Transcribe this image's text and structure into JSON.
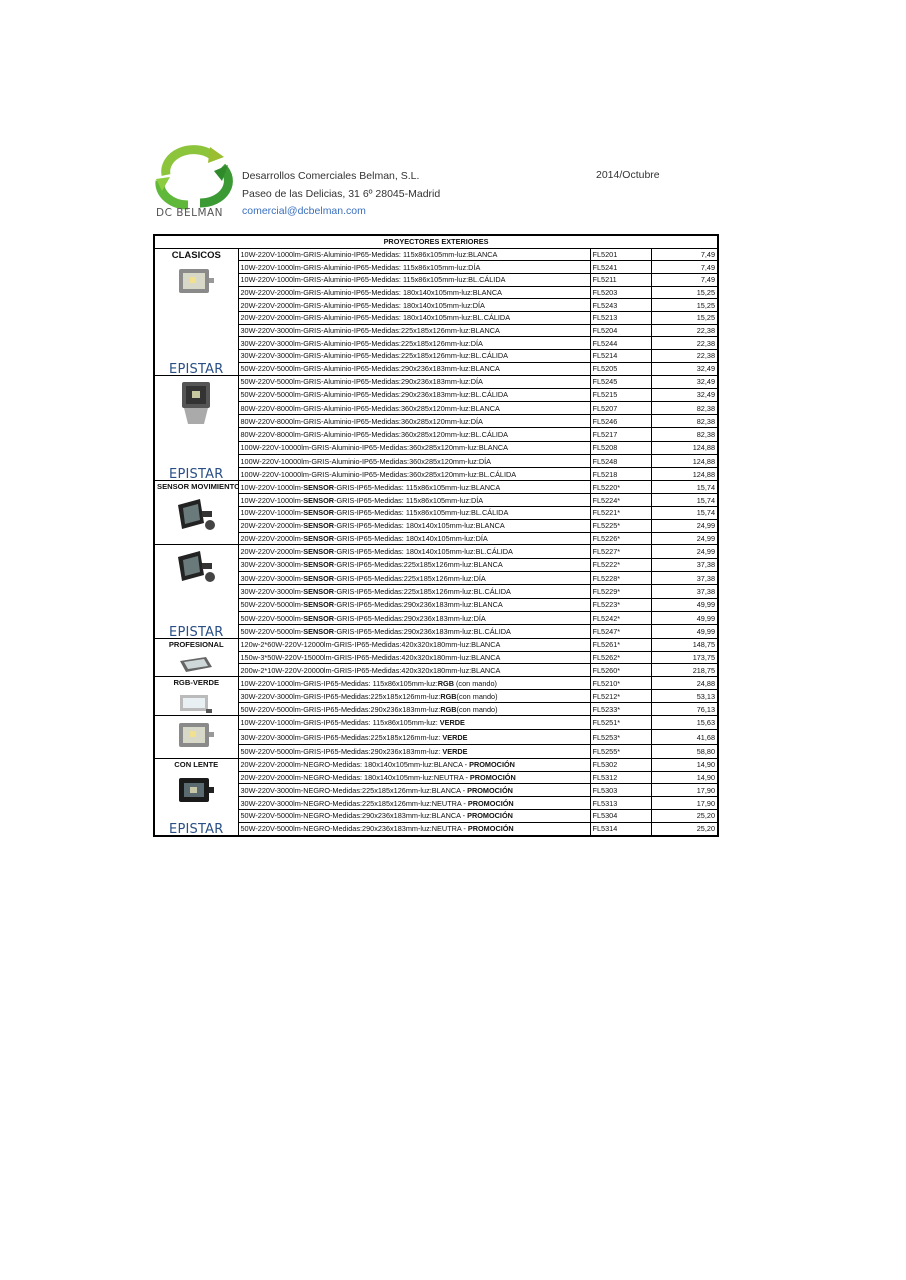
{
  "header": {
    "logo_text": "DC BELMAN",
    "company": "Desarrollos Comerciales Belman, S.L.",
    "address": "Paseo de las Delicias, 31 6º  28045-Madrid",
    "email": "comercial@dcbelman.com",
    "date": "2014/Octubre"
  },
  "table": {
    "title": "PROYECTORES EXTERIORES",
    "groups": [
      {
        "label": "CLASICOS",
        "big": true,
        "brand": "EPISTAR",
        "lamp": "grey",
        "rows": [
          {
            "desc": [
              "10W-220V-1000lm-GRIS-Aluminio-IP65-Medidas: 115x86x105mm-luz:BLANCA"
            ],
            "code": "FL5201",
            "price": "7,49"
          },
          {
            "desc": [
              "10W-220V-1000lm-GRIS-Aluminio-IP65-Medidas: 115x86x105mm-luz:DÍA"
            ],
            "code": "FL5241",
            "price": "7,49"
          },
          {
            "desc": [
              "10W-220V-1000lm-GRIS-Aluminio-IP65-Medidas: 115x86x105mm-luz:BL.CÁLIDA"
            ],
            "code": "FL5211",
            "price": "7,49"
          },
          {
            "desc": [
              "20W-220V-2000lm-GRIS-Aluminio-IP65-Medidas: 180x140x105mm-luz:BLANCA"
            ],
            "code": "FL5203",
            "price": "15,25"
          },
          {
            "desc": [
              "20W-220V-2000lm-GRIS-Aluminio-IP65-Medidas: 180x140x105mm-luz:DÍA"
            ],
            "code": "FL5243",
            "price": "15,25"
          },
          {
            "desc": [
              "20W-220V-2000lm-GRIS-Aluminio-IP65-Medidas: 180x140x105mm-luz:BL.CÁLIDA"
            ],
            "code": "FL5213",
            "price": "15,25"
          },
          {
            "desc": [
              "30W-220V-3000lm-GRIS-Aluminio-IP65-Medidas:225x185x126mm-luz:BLANCA"
            ],
            "code": "FL5204",
            "price": "22,38"
          },
          {
            "desc": [
              "30W-220V-3000lm-GRIS-Aluminio-IP65-Medidas:225x185x126mm-luz:DÍA"
            ],
            "code": "FL5244",
            "price": "22,38"
          },
          {
            "desc": [
              "30W-220V-3000lm-GRIS-Aluminio-IP65-Medidas:225x185x126mm-luz:BL.CÁLIDA"
            ],
            "code": "FL5214",
            "price": "22,38"
          },
          {
            "desc": [
              "50W-220V-5000lm-GRIS-Aluminio-IP65-Medidas:290x236x183mm-luz:BLANCA"
            ],
            "code": "FL5205",
            "price": "32,49"
          }
        ]
      },
      {
        "label": "",
        "brand": "EPISTAR",
        "lamp": "grey-big",
        "rows": [
          {
            "desc": [
              "50W-220V-5000lm-GRIS-Aluminio-IP65-Medidas:290x236x183mm-luz:DÍA"
            ],
            "code": "FL5245",
            "price": "32,49"
          },
          {
            "desc": [
              "50W-220V-5000lm-GRIS-Aluminio-IP65-Medidas:290x236x183mm-luz:BL.CÁLIDA"
            ],
            "code": "FL5215",
            "price": "32,49"
          },
          {
            "desc": [
              "80W-220V-8000lm-GRIS-Aluminio-IP65-Medidas:360x285x120mm-luz:BLANCA"
            ],
            "code": "FL5207",
            "price": "82,38"
          },
          {
            "desc": [
              "80W-220V-8000lm-GRIS-Aluminio-IP65-Medidas:360x285x120mm-luz:DÍA"
            ],
            "code": "FL5246",
            "price": "82,38"
          },
          {
            "desc": [
              "80W-220V-8000lm-GRIS-Aluminio-IP65-Medidas:360x285x120mm-luz:BL.CÁLIDA"
            ],
            "code": "FL5217",
            "price": "82,38"
          },
          {
            "desc": [
              "100W-220V-10000lm-GRIS-Aluminio-IP65-Medidas:360x285x120mm-luz:BLANCA"
            ],
            "code": "FL5208",
            "price": "124,88"
          },
          {
            "desc": [
              "100W-220V-10000lm-GRIS-Aluminio-IP65-Medidas:360x285x120mm-luz:DÍA"
            ],
            "code": "FL5248",
            "price": "124,88"
          },
          {
            "desc": [
              "100W-220V-10000lm-GRIS-Aluminio-IP65-Medidas:360x285x120mm-luz:BL.CÁLIDA"
            ],
            "code": "FL5218",
            "price": "124,88"
          }
        ]
      },
      {
        "label": "SENSOR MOVIMIENTO",
        "brand": "",
        "lamp": "black-sensor",
        "rows": [
          {
            "desc": [
              "10W-220V-1000lm-",
              "SENSOR",
              "-GRIS-IP65-Medidas: 115x86x105mm-luz:BLANCA"
            ],
            "code": "FL5220*",
            "price": "15,74"
          },
          {
            "desc": [
              "10W-220V-1000lm-",
              "SENSOR",
              "-GRIS-IP65-Medidas: 115x86x105mm-luz:DÍA"
            ],
            "code": "FL5224*",
            "price": "15,74"
          },
          {
            "desc": [
              "10W-220V-1000lm-",
              "SENSOR",
              "-GRIS-IP65-Medidas: 115x86x105mm-luz:BL.CÁLIDA"
            ],
            "code": "FL5221*",
            "price": "15,74"
          },
          {
            "desc": [
              "20W-220V-2000lm-",
              "SENSOR",
              "-GRIS-IP65-Medidas: 180x140x105mm-luz:BLANCA"
            ],
            "code": "FL5225*",
            "price": "24,99"
          },
          {
            "desc": [
              "20W-220V-2000lm-",
              "SENSOR",
              "-GRIS-IP65-Medidas: 180x140x105mm-luz:DÍA"
            ],
            "code": "FL5226*",
            "price": "24,99"
          }
        ]
      },
      {
        "label": "",
        "brand": "EPISTAR",
        "lamp": "black-sensor",
        "rows": [
          {
            "desc": [
              "20W-220V-2000lm-",
              "SENSOR",
              "-GRIS-IP65-Medidas: 180x140x105mm-luz:BL.CÁLIDA"
            ],
            "code": "FL5227*",
            "price": "24,99"
          },
          {
            "desc": [
              "30W-220V-3000lm-",
              "SENSOR",
              "-GRIS-IP65-Medidas:225x185x126mm-luz:BLANCA"
            ],
            "code": "FL5222*",
            "price": "37,38"
          },
          {
            "desc": [
              "30W-220V-3000lm-",
              "SENSOR",
              "-GRIS-IP65-Medidas:225x185x126mm-luz:DÍA"
            ],
            "code": "FL5228*",
            "price": "37,38"
          },
          {
            "desc": [
              "30W-220V-3000lm-",
              "SENSOR",
              "-GRIS-IP65-Medidas:225x185x126mm-luz:BL.CÁLIDA"
            ],
            "code": "FL5229*",
            "price": "37,38"
          },
          {
            "desc": [
              "50W-220V-5000lm-",
              "SENSOR",
              "-GRIS-IP65-Medidas:290x236x183mm-luz:BLANCA"
            ],
            "code": "FL5223*",
            "price": "49,99"
          },
          {
            "desc": [
              "50W-220V-5000lm-",
              "SENSOR",
              "-GRIS-IP65-Medidas:290x236x183mm-luz:DÍA"
            ],
            "code": "FL5242*",
            "price": "49,99"
          },
          {
            "desc": [
              "50W-220V-5000lm-",
              "SENSOR",
              "-GRIS-IP65-Medidas:290x236x183mm-luz:BL.CÁLIDA"
            ],
            "code": "FL5247*",
            "price": "49,99"
          }
        ]
      },
      {
        "label": "PROFESIONAL",
        "brand": "",
        "lamp": "flat",
        "rows": [
          {
            "desc": [
              "120w-2*60W-220V-12000lm-GRIS-IP65-Medidas:420x320x180mm-luz:BLANCA"
            ],
            "code": "FL5261*",
            "price": "148,75"
          },
          {
            "desc": [
              "150w-3*50W-220V-15000lm-GRIS-IP65-Medidas:420x320x180mm-luz:BLANCA"
            ],
            "code": "FL5262*",
            "price": "173,75"
          },
          {
            "desc": [
              "200w-2*10W-220V-20000lm-GRIS-IP65-Medidas:420x320x180mm-luz:BLANCA"
            ],
            "code": "FL5260*",
            "price": "218,75"
          }
        ]
      },
      {
        "label": "RGB-VERDE",
        "brand": "",
        "lamp": "rgb",
        "rows": [
          {
            "desc": [
              "10W-220V-1000lm-GRIS-IP65-Medidas: 115x86x105mm-luz:",
              "RGB",
              " (con mando)"
            ],
            "code": "FL5210*",
            "price": "24,88"
          },
          {
            "desc": [
              "30W-220V-3000lm-GRIS-IP65-Medidas:225x185x126mm-luz:",
              "RGB",
              "(con mando)"
            ],
            "code": "FL5212*",
            "price": "53,13"
          },
          {
            "desc": [
              "50W-220V-5000lm-GRIS-IP65-Medidas:290x236x183mm-luz:",
              "RGB",
              "(con mando)"
            ],
            "code": "FL5233*",
            "price": "76,13"
          }
        ]
      },
      {
        "label": "",
        "brand": "",
        "lamp": "grey",
        "rows": [
          {
            "desc": [
              "10W-220V-1000lm-GRIS-IP65-Medidas: 115x86x105mm-luz: ",
              "VERDE"
            ],
            "code": "FL5251*",
            "price": "15,63"
          },
          {
            "desc": [
              "30W-220V-3000lm-GRIS-IP65-Medidas:225x185x126mm-luz: ",
              "VERDE"
            ],
            "code": "FL5253*",
            "price": "41,68"
          },
          {
            "desc": [
              "50W-220V-5000lm-GRIS-IP65-Medidas:290x236x183mm-luz: ",
              "VERDE"
            ],
            "code": "FL5255*",
            "price": "58,80"
          }
        ]
      },
      {
        "label": "CON LENTE",
        "brand": "EPISTAR",
        "lamp": "black",
        "rows": [
          {
            "desc": [
              "20W-220V-2000lm-NEGRO-Medidas: 180x140x105mm-luz:BLANCA -  ",
              "PROMOCIÓN"
            ],
            "code": "FL5302",
            "price": "14,90"
          },
          {
            "desc": [
              "20W-220V-2000lm-NEGRO-Medidas: 180x140x105mm-luz:NEUTRA - ",
              "PROMOCIÓN"
            ],
            "code": "FL5312",
            "price": "14,90"
          },
          {
            "desc": [
              "30W-220V-3000lm-NEGRO-Medidas:225x185x126mm-luz:BLANCA -  ",
              "PROMOCIÓN"
            ],
            "code": "FL5303",
            "price": "17,90"
          },
          {
            "desc": [
              "30W-220V-3000lm-NEGRO-Medidas:225x185x126mm-luz:NEUTRA -  ",
              "PROMOCIÓN"
            ],
            "code": "FL5313",
            "price": "17,90"
          },
          {
            "desc": [
              "50W-220V-5000lm-NEGRO-Medidas:290x236x183mm-luz:BLANCA -  ",
              "PROMOCIÓN"
            ],
            "code": "FL5304",
            "price": "25,20"
          },
          {
            "desc": [
              "50W-220V-5000lm-NEGRO-Medidas:290x236x183mm-luz:NEUTRA -  ",
              "PROMOCIÓN"
            ],
            "code": "FL5314",
            "price": "25,20"
          }
        ]
      }
    ]
  },
  "colors": {
    "brand_blue": "#2a4f86",
    "logo_green": "#5aa83a",
    "email_blue": "#3a6fc0"
  }
}
